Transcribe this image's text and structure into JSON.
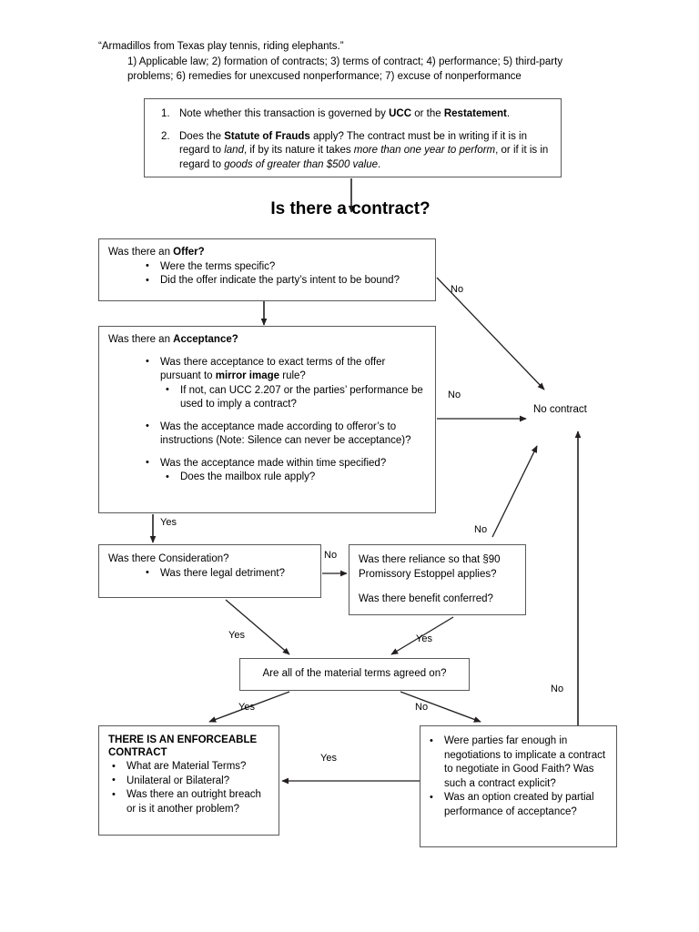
{
  "header": {
    "quote": "“Armadillos from Texas play tennis, riding elephants.”",
    "list": "1) Applicable law; 2) formation of contracts; 3) terms of contract; 4) performance; 5) third-party problems; 6) remedies for unexcused nonperformance; 7) excuse of nonperformance"
  },
  "threshold_box": {
    "items": [
      {
        "marker": "1.",
        "text_parts": [
          {
            "t": "Note whether this transaction is governed by ",
            "style": "normal"
          },
          {
            "t": "UCC",
            "style": "bold"
          },
          {
            "t": " or the ",
            "style": "normal"
          },
          {
            "t": "Restatement",
            "style": "bold"
          },
          {
            "t": ".",
            "style": "normal"
          }
        ]
      },
      {
        "marker": "2.",
        "text_parts": [
          {
            "t": "Does the ",
            "style": "normal"
          },
          {
            "t": "Statute of Frauds",
            "style": "bold"
          },
          {
            "t": " apply? The contract must be in writing if it is in regard to ",
            "style": "normal"
          },
          {
            "t": "land",
            "style": "italic"
          },
          {
            "t": ", if by its nature it takes ",
            "style": "normal"
          },
          {
            "t": "more than one year to perform",
            "style": "italic"
          },
          {
            "t": ", or if it is in regard to ",
            "style": "normal"
          },
          {
            "t": "goods of greater than $500 value",
            "style": "italic"
          },
          {
            "t": ".",
            "style": "normal"
          }
        ]
      }
    ]
  },
  "title": "Is there a contract?",
  "offer_box": {
    "heading_parts": [
      {
        "t": "Was there an ",
        "style": "normal"
      },
      {
        "t": "Offer?",
        "style": "bold"
      }
    ],
    "bullets": [
      "Were the terms specific?",
      "Did the offer indicate the party’s intent to be bound?"
    ]
  },
  "acceptance_box": {
    "heading_parts": [
      {
        "t": "Was there an ",
        "style": "normal"
      },
      {
        "t": "Acceptance?",
        "style": "bold"
      }
    ],
    "bullet1_parts": [
      {
        "t": "Was there acceptance to exact terms of the offer pursuant to ",
        "style": "normal"
      },
      {
        "t": "mirror image",
        "style": "bold"
      },
      {
        "t": " rule?",
        "style": "normal"
      }
    ],
    "bullet1_sub": "If not, can UCC 2.207 or the parties’ performance be used to imply a contract?",
    "bullet2": "Was the acceptance made according to offeror’s to instructions (Note: Silence can never be acceptance)?",
    "bullet3": "Was the acceptance made within time specified?",
    "bullet3_sub": "Does the mailbox rule apply?"
  },
  "consideration_box": {
    "heading": "Was there Consideration?",
    "bullets": [
      "Was there legal detriment?"
    ]
  },
  "reliance_box": {
    "line1": "Was there reliance so that §90 Promissory Estoppel applies?",
    "line2": "Was there benefit conferred?"
  },
  "material_terms_box": {
    "text": "Are all of the material terms agreed on?"
  },
  "enforceable_box": {
    "heading": "THERE IS AN ENFORCEABLE CONTRACT",
    "bullets": [
      "What are Material Terms?",
      "Unilateral or Bilateral?",
      "Was there an outright breach or is it another problem?"
    ]
  },
  "good_faith_box": {
    "bullets": [
      "Were parties far enough in negotiations to implicate a contract to negotiate in Good Faith? Was such a contract explicit?",
      "Was an option created by partial performance of acceptance?"
    ]
  },
  "terminal": {
    "no_contract": "No contract"
  },
  "edge_labels": {
    "offer_no": "No",
    "acceptance_no": "No",
    "acceptance_yes": "Yes",
    "consideration_no": "No",
    "reliance_no": "No",
    "consideration_yes": "Yes",
    "reliance_yes": "Yes",
    "material_yes": "Yes",
    "material_no": "No",
    "goodfaith_no": "No",
    "goodfaith_yes": "Yes"
  },
  "colors": {
    "border": "#58595b",
    "line": "#231f20",
    "background": "#ffffff"
  }
}
